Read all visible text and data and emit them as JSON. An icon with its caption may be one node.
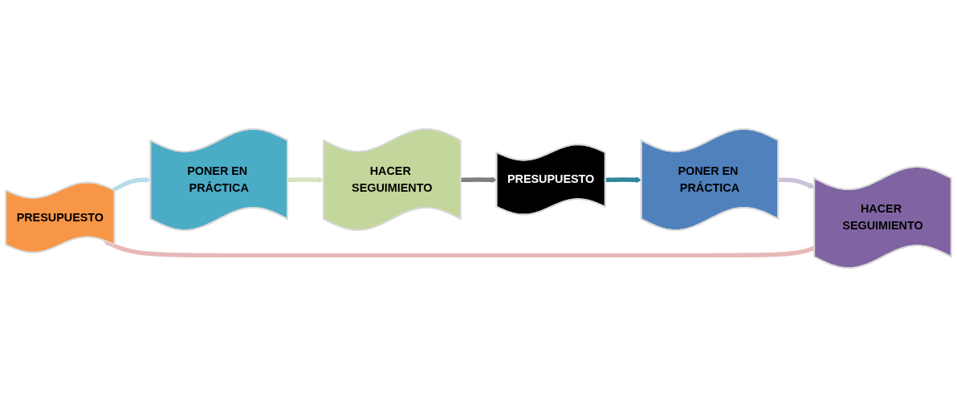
{
  "diagram": {
    "nodes": [
      {
        "text": [
          "PRESUPUESTO"
        ]
      },
      {
        "text": [
          "PONER EN PRÁCTICA"
        ]
      },
      {
        "text": [
          "HACER SEGUIMIENTO"
        ]
      },
      {
        "text": [
          "PRESUPUESTO"
        ]
      },
      {
        "text": [
          "PONER EN PRÁCTICA"
        ]
      },
      {
        "text": [
          "HACER SEGUIMIENTO"
        ]
      }
    ],
    "edges": [
      {
        "from": 0,
        "to": 1,
        "arrow": "to",
        "color": "#b7dde8"
      },
      {
        "from": 1,
        "to": 2,
        "arrow": "to",
        "color": "#d7e4bd"
      },
      {
        "from": 2,
        "to": 3,
        "arrow": "to",
        "color": "#7f7f7f"
      },
      {
        "from": 3,
        "to": 4,
        "arrow": "to",
        "color": "#31859c"
      },
      {
        "from": 4,
        "to": 5,
        "arrow": "to",
        "color": "#ccc1da"
      },
      {
        "from": 5,
        "to": 0,
        "arrow": "to",
        "color": "#e6b9b8"
      }
    ]
  }
}
